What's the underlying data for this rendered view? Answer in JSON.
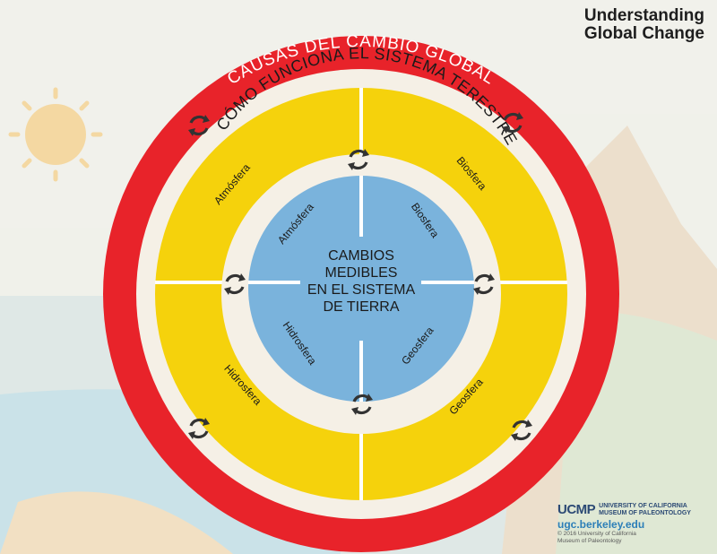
{
  "brand": {
    "title_line1": "Understanding",
    "title_line2": "Global Change"
  },
  "outer_ring": {
    "label": "CAUSAS DEL CAMBIO GLOBAL",
    "color": "#e8232a"
  },
  "middle_ring": {
    "label": "CÓMO FUNCIONA EL SISTEMA TERESTRE",
    "color": "#f5d20c",
    "quadrants": [
      "Atmósfera",
      "Biosfera",
      "Hidrosfera",
      "Geosfera"
    ]
  },
  "inner_circle": {
    "title_lines": [
      "CAMBIOS",
      "MEDIBLES",
      "EN EL SISTEMA",
      "DE TIERRA"
    ],
    "quadrants": [
      "Atmósfera",
      "Biosfera",
      "Hidrosfera",
      "Geosfera"
    ],
    "color": "#7ab3dc"
  },
  "footer": {
    "logo_text": "UCMP",
    "org_line1": "UNIVERSITY OF CALIFORNIA",
    "org_line2": "MUSEUM OF PALEONTOLOGY",
    "website": "ugc.berkeley.edu",
    "copyright_line1": "© 2016 University of California",
    "copyright_line2": "Museum of Paleontology"
  },
  "icons": [
    "cycle-arrows-icon",
    "sun-icon"
  ]
}
